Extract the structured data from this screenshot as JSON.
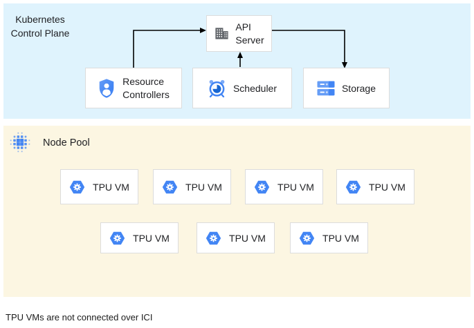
{
  "control_plane": {
    "title_line1": "Kubernetes",
    "title_line2": "Control Plane",
    "api_server": {
      "line1": "API",
      "line2": "Server",
      "icon": "building-icon"
    },
    "resource_controllers": {
      "line1": "Resource",
      "line2": "Controllers",
      "icon": "shield-user-icon"
    },
    "scheduler": {
      "label": "Scheduler",
      "icon": "alarm-clock-icon"
    },
    "storage": {
      "label": "Storage",
      "icon": "server-stack-icon"
    }
  },
  "connections": [
    {
      "from": "resource_controllers",
      "to": "api_server"
    },
    {
      "from": "scheduler",
      "to": "api_server"
    },
    {
      "from": "api_server",
      "to": "storage"
    }
  ],
  "node_pool": {
    "title": "Node Pool",
    "icon": "dot-cluster-icon",
    "vm_count": 7,
    "vm_label": "TPU VM",
    "vm_icon": "hexagon-gear-icon"
  },
  "footnote": "TPU VMs are not connected over ICI",
  "colors": {
    "control_plane_bg": "#DFF3FD",
    "node_pool_bg": "#FCF6E2",
    "node_border": "#DCDCDC",
    "accent_blue": "#4285F4",
    "accent_blue_light": "#669DF6",
    "accent_blue_dark": "#1967D2",
    "icon_gray": "#5F6368",
    "arrow": "#000000",
    "text": "#202124"
  }
}
